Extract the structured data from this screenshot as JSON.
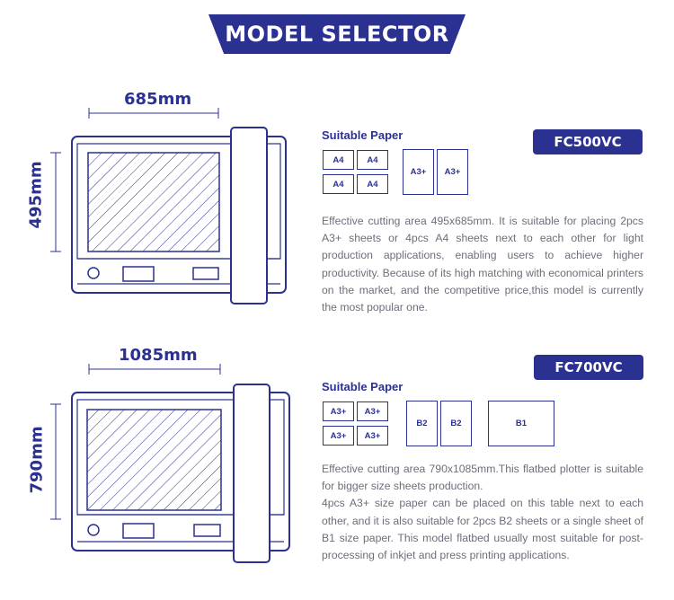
{
  "header": {
    "title": "MODEL SELECTOR"
  },
  "models": [
    {
      "name": "FC500VC",
      "width_dim": "685mm",
      "height_dim": "495mm",
      "paper_title": "Suitable Paper",
      "papers_small": [
        "A4",
        "A4",
        "A4",
        "A4"
      ],
      "papers_large": [
        "A3+",
        "A3+"
      ],
      "description": [
        "Effective cutting area 495x685mm. It is suitable for placing 2pcs A3+ sheets or 4pcs A4 sheets next to each other for light production applications, enabling users to achieve higher productivity. Because of its high matching with economical printers on the market, and the competitive price,this model is currently the most popular one."
      ]
    },
    {
      "name": "FC700VC",
      "width_dim": "1085mm",
      "height_dim": "790mm",
      "paper_title": "Suitable Paper",
      "papers_small": [
        "A3+",
        "A3+",
        "A3+",
        "A3+"
      ],
      "papers_large": [
        "B2",
        "B2"
      ],
      "papers_xl": [
        "B1"
      ],
      "description": [
        "Effective cutting area 790x1085mm.This flatbed plotter is suitable for bigger size sheets production.",
        "4pcs A3+ size paper can be placed on this table next to each other, and it is also suitable for 2pcs B2 sheets or a single sheet of B1 size paper. This model flatbed usually most suitable for post-processing of inkjet and press printing applications."
      ]
    }
  ]
}
